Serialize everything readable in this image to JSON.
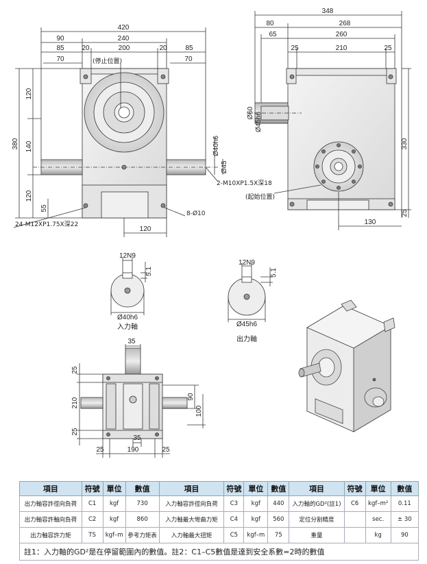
{
  "front_view": {
    "dims_top": [
      "420",
      "90",
      "240",
      "85",
      "20",
      "200",
      "20",
      "85",
      "70",
      "70"
    ],
    "stop_position": "(停止位置)",
    "dims_left": [
      "380",
      "120",
      "140",
      "120",
      "55"
    ],
    "dims_right": [
      "Ø40h6",
      "Ø45"
    ],
    "thread_right": "2-M10XP1.5X深18",
    "hole_label": "8-Ø10",
    "thread_left": "24-M12XP1.75X深22",
    "dim_bottom": "120"
  },
  "side_view": {
    "dims_top": [
      "348",
      "80",
      "268",
      "65",
      "260",
      "25",
      "210",
      "25"
    ],
    "dims_left": [
      "Ø60",
      "Ø45h6"
    ],
    "dims_right": [
      "330",
      "25"
    ],
    "start_position": "(起始位置)",
    "dim_bottom": "130"
  },
  "input_shaft": {
    "key": "12N9",
    "depth": "5.1",
    "dia": "Ø40h6",
    "title": "入力軸"
  },
  "output_shaft": {
    "key": "12N9",
    "depth": "5.1",
    "dia": "Ø45h6",
    "title": "出力軸"
  },
  "top_view": {
    "dim_top": "35",
    "dims_left": [
      "25",
      "210",
      "25"
    ],
    "dims_right": [
      "90",
      "100"
    ],
    "dim_inner": "35",
    "dims_bottom": [
      "25",
      "190",
      "25"
    ]
  },
  "table": {
    "headers": [
      "項目",
      "符號",
      "單位",
      "數值",
      "項目",
      "符號",
      "單位",
      "數值",
      "項目",
      "符號",
      "單位",
      "數值"
    ],
    "rows": [
      [
        "出力軸容許徑向負荷",
        "C1",
        "kgf",
        "730",
        "入力軸容許徑向負荷",
        "C3",
        "kgf",
        "440",
        "入力軸的GD²(註1)",
        "C6",
        "kgf–m²",
        "0.11"
      ],
      [
        "出力軸容許軸向負荷",
        "C2",
        "kgf",
        "860",
        "入力軸最大彎曲力矩",
        "C4",
        "kgf",
        "560",
        "定位分割精度",
        "",
        "sec.",
        "± 30"
      ],
      [
        "出力軸容許力矩",
        "TS",
        "kgf–m",
        "參考力矩表",
        "入力軸最大扭矩",
        "C5",
        "kgf–m",
        "75",
        "重量",
        "",
        "kg",
        "90"
      ]
    ],
    "note": "註1：入力軸的GD²是在停留範圍內的數值。註2：C1–C5數值是達到安全系數=2時的數值"
  }
}
